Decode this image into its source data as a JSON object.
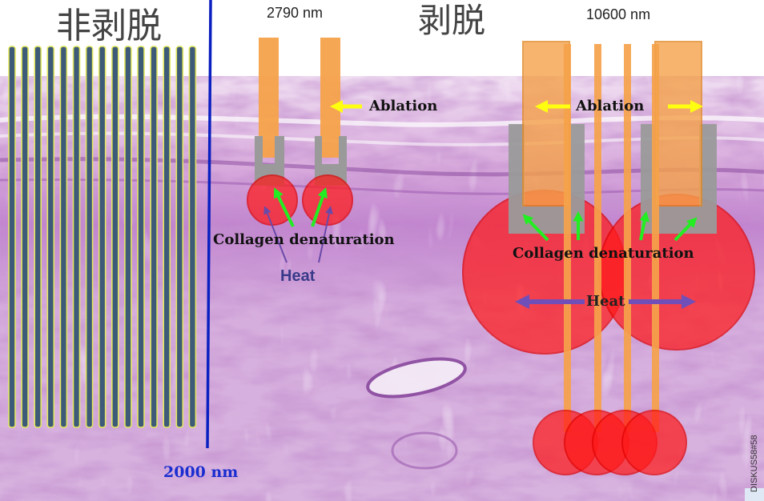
{
  "labels": {
    "non_ablative": "非剥脱",
    "ablative": "剥脱",
    "wavelength_2790": "2790 nm",
    "wavelength_10600": "10600 nm",
    "wavelength_2000": "2000 nm",
    "ablation_mid": "Ablation",
    "ablation_right": "Ablation",
    "collagen_mid": "Collagen denaturation",
    "collagen_right": "Collagen denaturation",
    "heat_mid": "Heat",
    "heat_right": "Heat",
    "watermark": "DISKUS58#58"
  },
  "colors": {
    "tissue_base": "#d2a6d6",
    "tissue_dark": "#8e4fa0",
    "laser_beam": "#f5a24a",
    "heat_zone": "#ff1a1a",
    "ablation_crater": "#9a9a9a",
    "collagen_arrow": "#22ee22",
    "heat_arrow": "#7050b8",
    "ablation_arrow": "#ffff10",
    "divider": "#0a1fc0",
    "fiber_fill": "#3d5a78",
    "fiber_outline": "#e4e860"
  },
  "fibers": {
    "count": 15
  }
}
